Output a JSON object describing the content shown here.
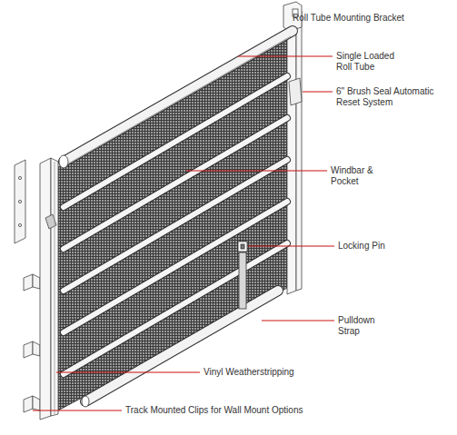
{
  "diagram": {
    "labels": [
      "Roll Tube Mounting Bracket",
      "Single Loaded Roll Tube",
      "6\" Brush Seal Automatic Reset System",
      "Windbar & Pocket",
      "Locking Pin",
      "Pulldown Strap",
      "Vinyl Weatherstripping",
      "Track Mounted Clips for Wall Mount Options"
    ]
  }
}
